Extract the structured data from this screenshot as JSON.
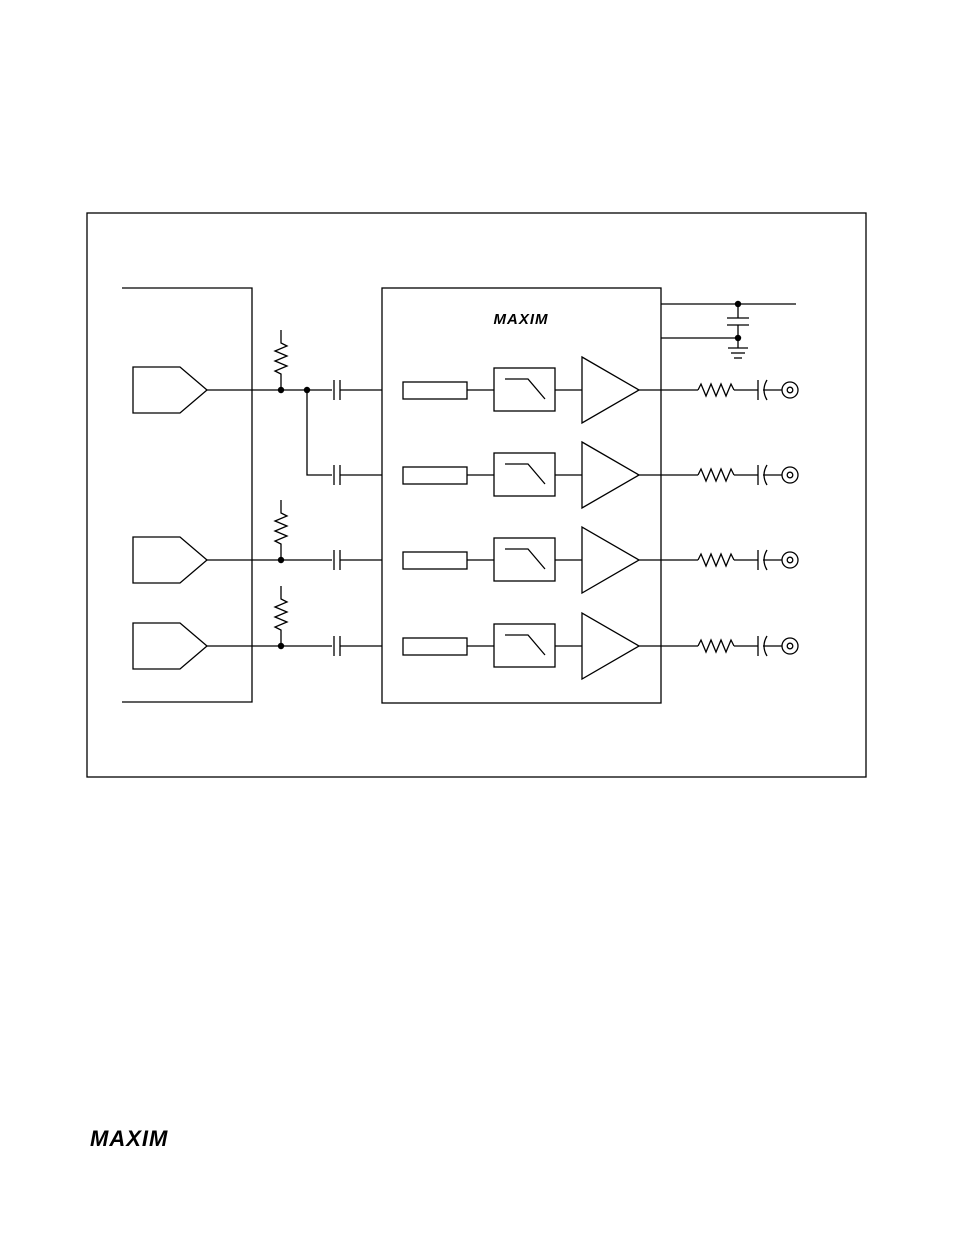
{
  "page": {
    "footer_logo": "MAXIM",
    "diagram": {
      "chip_logo": "MAXIM",
      "source_channels": 3,
      "output_channels": 4,
      "icons": [
        "dac-driver-icon",
        "resistor-icon",
        "capacitor-icon",
        "input-buffer-icon",
        "lowpass-filter-icon",
        "amplifier-icon",
        "output-jack-icon",
        "ground-icon"
      ]
    }
  }
}
